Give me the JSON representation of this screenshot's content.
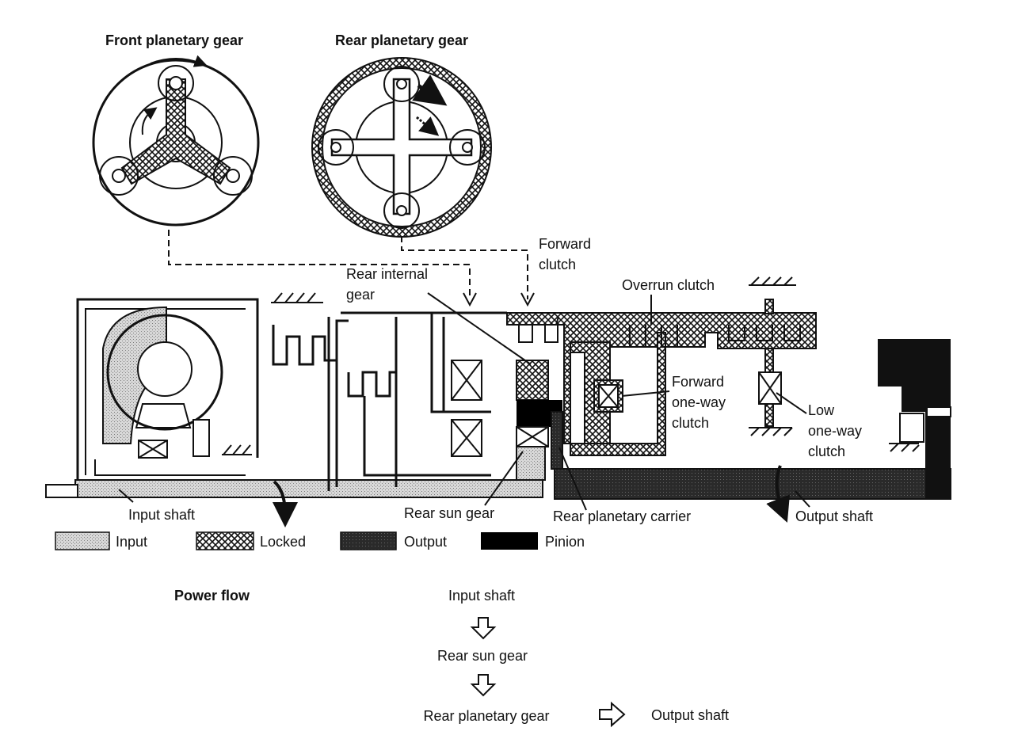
{
  "titles": {
    "front_planetary": "Front planetary gear",
    "rear_planetary": "Rear planetary gear",
    "power_flow": "Power flow"
  },
  "labels": {
    "forward_clutch_1": "Forward",
    "forward_clutch_2": "clutch",
    "rear_internal_1": "Rear internal",
    "rear_internal_2": "gear",
    "overrun_clutch": "Overrun clutch",
    "forward_oneway_1": "Forward",
    "forward_oneway_2": "one-way",
    "forward_oneway_3": "clutch",
    "low_oneway_1": "Low",
    "low_oneway_2": "one-way",
    "low_oneway_3": "clutch",
    "input_shaft": "Input shaft",
    "rear_sun_gear": "Rear sun gear",
    "rear_planetary_carrier": "Rear planetary carrier",
    "output_shaft": "Output shaft"
  },
  "legend": [
    {
      "label": "Input",
      "pattern": "input"
    },
    {
      "label": "Locked",
      "pattern": "locked"
    },
    {
      "label": "Output",
      "pattern": "output"
    },
    {
      "label": "Pinion",
      "pattern": "pinion"
    }
  ],
  "power_flow_steps": [
    "Input shaft",
    "Rear sun gear",
    "Rear planetary gear",
    "Output shaft"
  ],
  "colors": {
    "line": "#111111",
    "input_fill": "#c9c9c9",
    "output_fill": "#2e2e2e",
    "pinion_fill": "#000000",
    "background": "#ffffff"
  }
}
